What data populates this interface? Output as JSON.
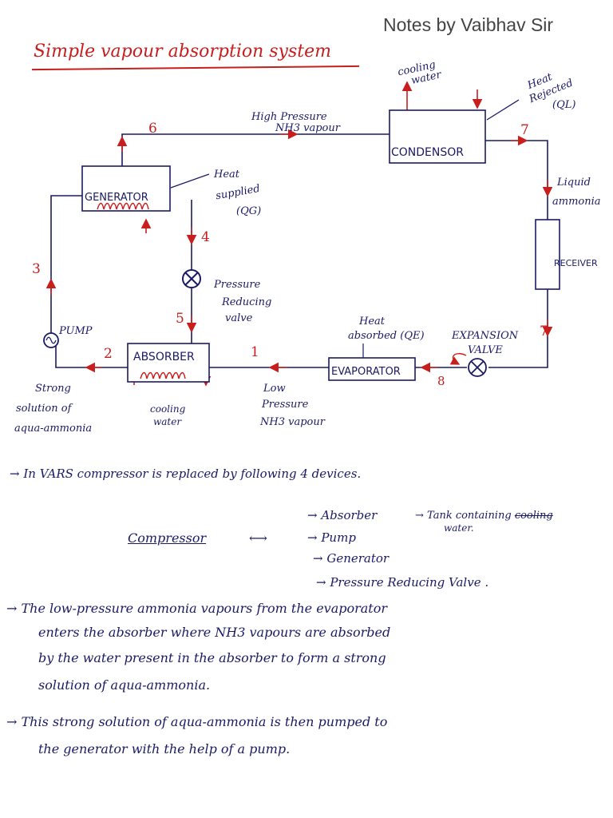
{
  "header": {
    "brand": "Notes by Vaibhav Sir"
  },
  "title": "Simple vapour absorption system",
  "diagram": {
    "components": {
      "condensor": "CONDENSOR",
      "generator": "GENERATOR",
      "absorber": "ABSORBER",
      "evaporator": "EVAPORATOR",
      "receiver": "RECEIVER",
      "pump": "PUMP",
      "expansion_valve": [
        "EXPANSION",
        "VALVE"
      ],
      "pressure_valve": [
        "Pressure",
        "Reducing",
        "valve"
      ]
    },
    "labels": {
      "cooling_water_top": [
        "cooling",
        "water"
      ],
      "heat_rejected": [
        "Heat",
        "Rejected",
        "(QL)"
      ],
      "high_pressure": [
        "High Pressure",
        "NH3 vapour"
      ],
      "heat_supplied": [
        "Heat",
        "supplied",
        "(QG)"
      ],
      "liquid_ammonia": [
        "Liquid",
        "ammonia"
      ],
      "heat_absorbed": [
        "Heat",
        "absorbed (QE)"
      ],
      "strong_solution": [
        "Strong",
        "solution of",
        "aqua-ammonia"
      ],
      "cooling_water_bottom": [
        "cooling",
        "water"
      ],
      "low_pressure": [
        "Low",
        "Pressure",
        "NH3 vapour"
      ]
    },
    "state_points": {
      "p6": "6",
      "p7a": "7",
      "p4": "4",
      "p3": "3",
      "p5": "5",
      "p2": "2",
      "p1": "1",
      "p7b": "7",
      "p8": "8"
    }
  },
  "notes": {
    "line1": "In VARS compressor is replaced by following 4 devices.",
    "compressor": "Compressor",
    "devices": [
      "Absorber",
      "Pump",
      "Generator",
      "Pressure Reducing Valve ."
    ],
    "tank_note": "Tank containing",
    "tank_cooling": "cooling",
    "tank_water": "water.",
    "para1": [
      "The low-pressure ammonia vapours from the evaporator",
      "enters the absorber where NH3 vapours are absorbed",
      "by the water present in the absorber to form a strong",
      "solution of aqua-ammonia."
    ],
    "para2": [
      "This strong solution of aqua-ammonia is then pumped to",
      "the generator with the help of a pump."
    ]
  }
}
